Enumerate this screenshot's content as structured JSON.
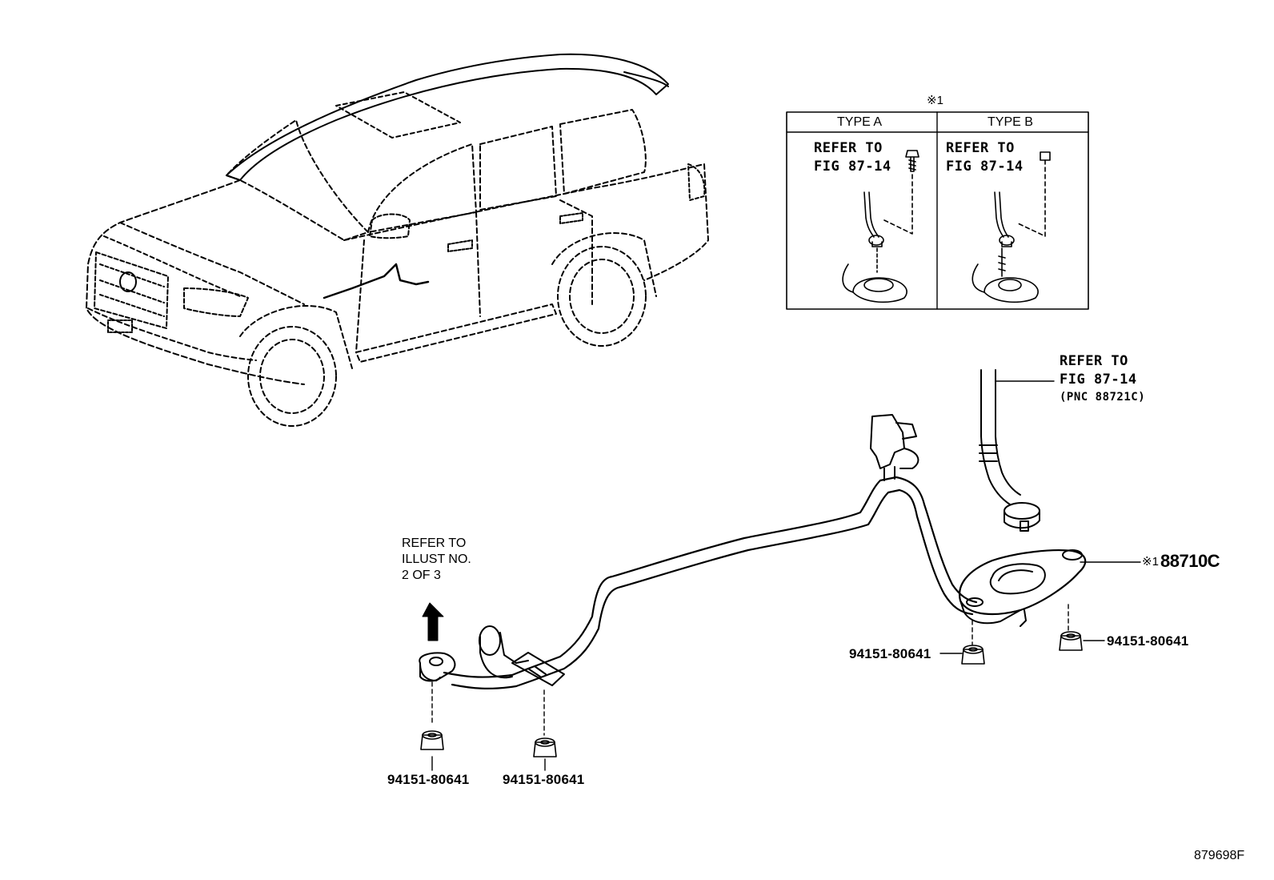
{
  "inset": {
    "marker": "※1",
    "type_a": {
      "header": "TYPE A",
      "refer_line1": "REFER TO",
      "refer_line2": "FIG 87-14"
    },
    "type_b": {
      "header": "TYPE B",
      "refer_line1": "REFER TO",
      "refer_line2": "FIG 87-14"
    }
  },
  "refer_fig": {
    "line1": "REFER TO",
    "line2": "FIG 87-14",
    "line3": "(PNC 88721C)"
  },
  "refer_illust": {
    "line1": "REFER TO",
    "line2": "ILLUST NO.",
    "line3": "2 OF 3"
  },
  "callout_main": {
    "marker": "※1",
    "part": "88710C"
  },
  "part_labels": {
    "bottom_left_1": "94151-80641",
    "bottom_left_2": "94151-80641",
    "right_mid": "94151-80641",
    "right_far": "94151-80641"
  },
  "illustration_id": "879698F"
}
